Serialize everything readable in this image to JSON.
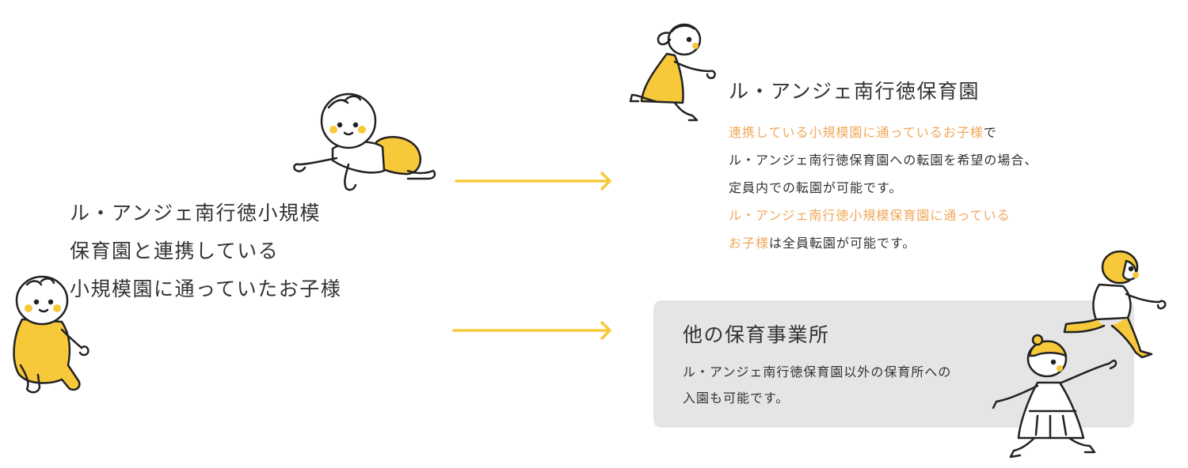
{
  "left_text": {
    "line1": "ル・アンジェ南行徳小規模",
    "line2": "保育園と連携している",
    "line3": "小規模園に通っていたお子様"
  },
  "top_option": {
    "title": "ル・アンジェ南行徳保育園",
    "l1_highlight": "連携している小規模園に通っているお子様",
    "l1_rest": "で",
    "l2": "ル・アンジェ南行徳保育園への転園を希望の場合、",
    "l3": "定員内での転園が可能です。",
    "l4_highlight": "ル・アンジェ南行徳小規模保育園に通っている",
    "l5_highlight": "お子様",
    "l5_rest": "は全員転園が可能です。"
  },
  "bottom_option": {
    "title": "他の保育事業所",
    "l1": "ル・アンジェ南行徳保育園以外の保育所への",
    "l2": "入園も可能です。"
  },
  "colors": {
    "accent_yellow": "#f7c93a",
    "highlight_orange": "#f0a85a",
    "box_gray": "#e5e5e5",
    "text": "#333333"
  }
}
